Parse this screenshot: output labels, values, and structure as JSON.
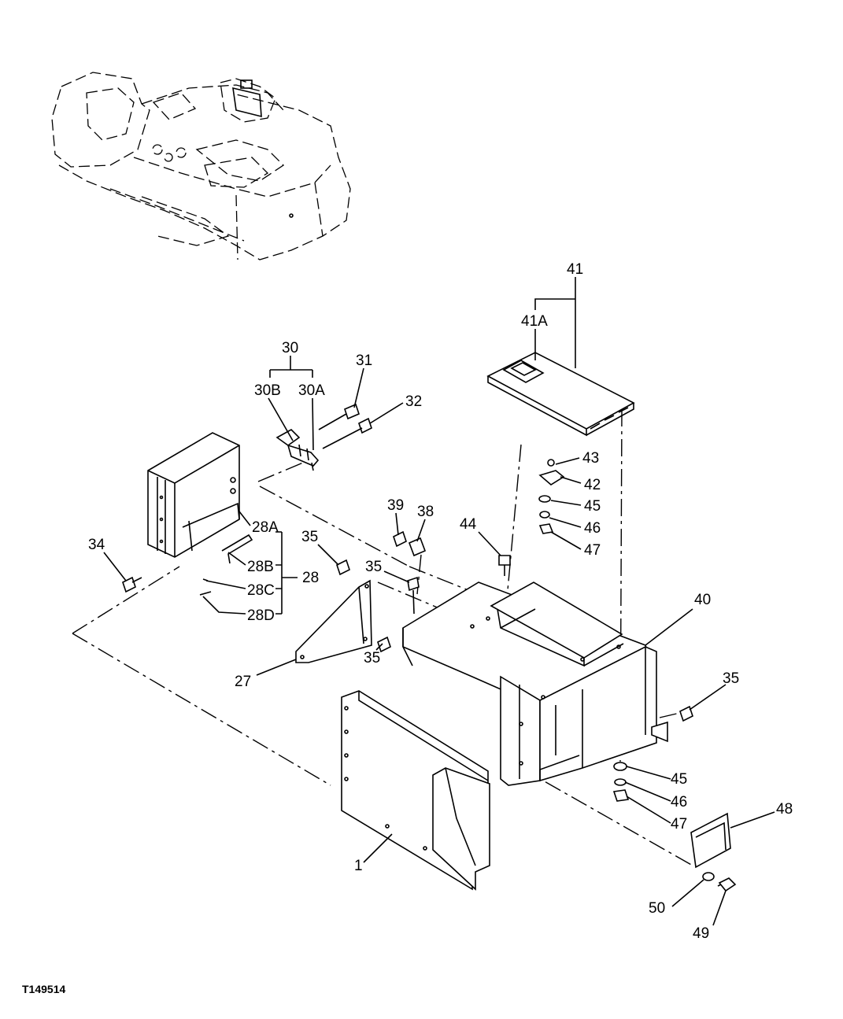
{
  "figure_id": "T149514",
  "callouts": [
    {
      "label": "41"
    },
    {
      "label": "41A"
    },
    {
      "label": "30"
    },
    {
      "label": "30B"
    },
    {
      "label": "30A"
    },
    {
      "label": "31"
    },
    {
      "label": "32"
    },
    {
      "label": "43"
    },
    {
      "label": "42"
    },
    {
      "label": "45"
    },
    {
      "label": "46"
    },
    {
      "label": "47"
    },
    {
      "label": "39"
    },
    {
      "label": "38"
    },
    {
      "label": "44"
    },
    {
      "label": "28A"
    },
    {
      "label": "34"
    },
    {
      "label": "35"
    },
    {
      "label": "28B"
    },
    {
      "label": "28"
    },
    {
      "label": "28C"
    },
    {
      "label": "28D"
    },
    {
      "label": "35"
    },
    {
      "label": "40"
    },
    {
      "label": "35"
    },
    {
      "label": "27"
    },
    {
      "label": "35"
    },
    {
      "label": "45"
    },
    {
      "label": "46"
    },
    {
      "label": "47"
    },
    {
      "label": "48"
    },
    {
      "label": "1"
    },
    {
      "label": "50"
    },
    {
      "label": "49"
    }
  ]
}
